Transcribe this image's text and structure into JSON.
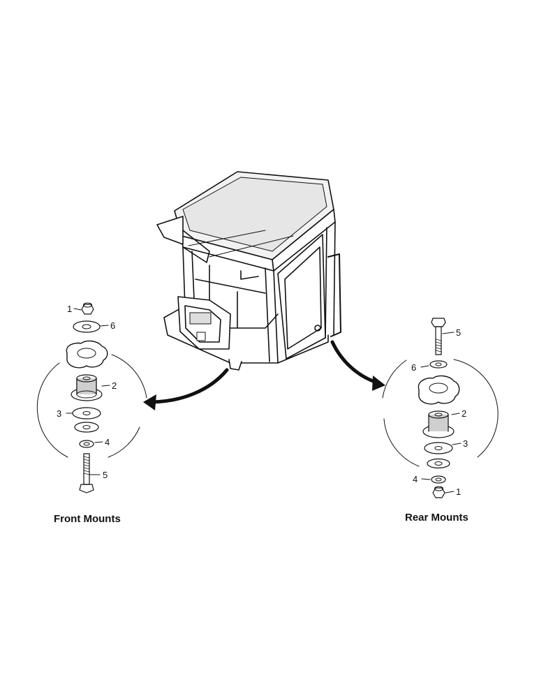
{
  "captions": {
    "front": "Front Mounts",
    "rear": "Rear Mounts"
  },
  "front_callouts": [
    "1",
    "6",
    "2",
    "3",
    "4",
    "5"
  ],
  "rear_callouts": [
    "5",
    "6",
    "2",
    "3",
    "4",
    "1"
  ],
  "colors": {
    "ink": "#111111",
    "paper": "#ffffff",
    "fill": "#d8d8d8"
  }
}
